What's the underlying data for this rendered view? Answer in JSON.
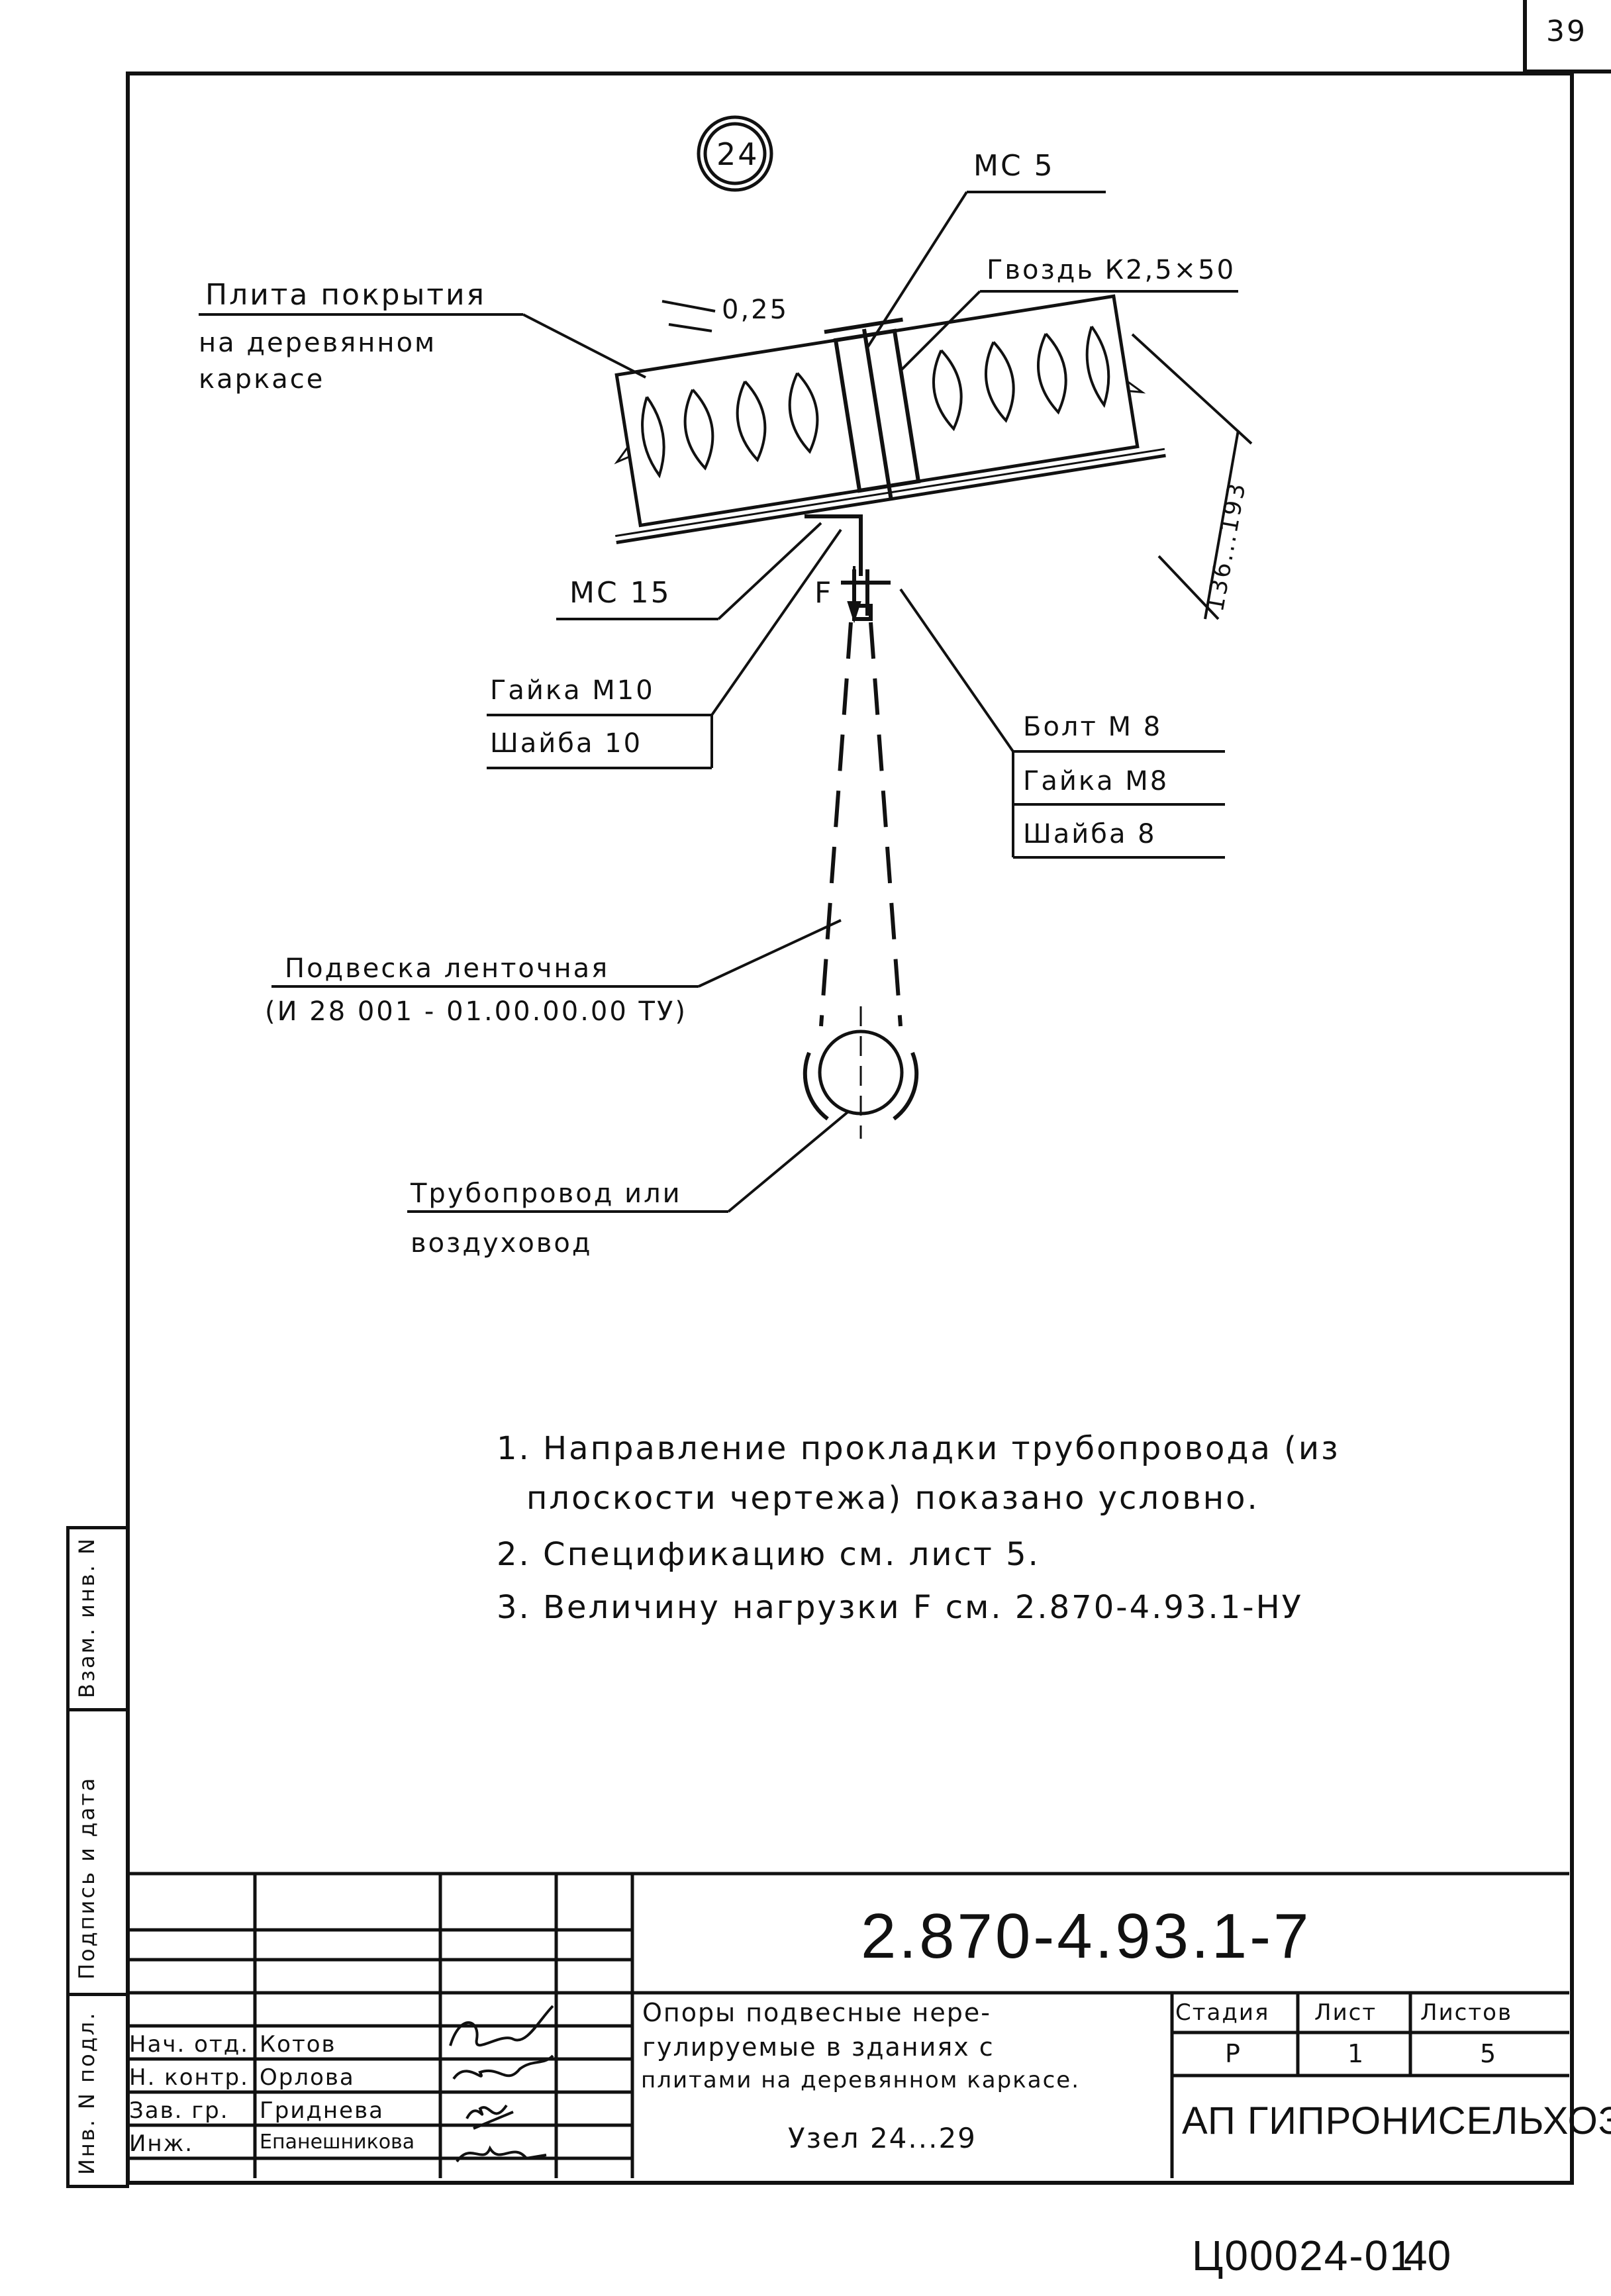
{
  "sheet": {
    "page_number": "39",
    "node_number": "24",
    "archive_code": "Ц00024-01",
    "archive_page": "40"
  },
  "labels": {
    "ms5": "МС 5",
    "nail": "Гвоздь К2,5×50",
    "slab_line1": "Плита покрытия",
    "slab_line2": "на деревянном",
    "slab_line3": "каркасе",
    "gap": "0,25",
    "thickness": "136...193",
    "ms15": "МС 15",
    "force": "F",
    "nut_m10": "Гайка М10",
    "washer_10": "Шайба 10",
    "bolt_m8": "Болт М 8",
    "nut_m8": "Гайка М8",
    "washer_8": "Шайба 8",
    "hanger_line1": "Подвеска ленточная",
    "hanger_line2": "(И 28 001 - 01.00.00.00 ТУ)",
    "pipe_line1": "Трубопровод или",
    "pipe_line2": "воздуховод"
  },
  "notes": [
    "1. Направление прокладки трубопровода (из",
    "плоскости чертежа) показано условно.",
    "2. Спецификацию см. лист 5.",
    "3. Величину нагрузки F см. 2.870-4.93.1-НУ"
  ],
  "side_stamp": {
    "inv_vzam": "Взам. инв. N",
    "sign_date": "Подпись и дата",
    "inv_orig": "Инв. N подл."
  },
  "title_block": {
    "doc_code": "2.870-4.93.1-7",
    "title_line1": "Опоры подвесные нере-",
    "title_line2": "гулируемые в зданиях с",
    "title_line3": "плитами на деревянном каркасе.",
    "title_line4": "Узел 24...29",
    "stage_hdr": "Стадия",
    "sheet_hdr": "Лист",
    "sheets_hdr": "Листов",
    "stage_val": "Р",
    "sheet_val": "1",
    "sheets_val": "5",
    "org": "АП ГИПРОНИСЕЛЬХОЗ",
    "roles": [
      "Нач. отд.",
      "Н. контр.",
      "Зав. гр.",
      "Инж."
    ],
    "names": [
      "Котов",
      "Орлова",
      "Гриднева",
      "Епанешникова"
    ]
  }
}
